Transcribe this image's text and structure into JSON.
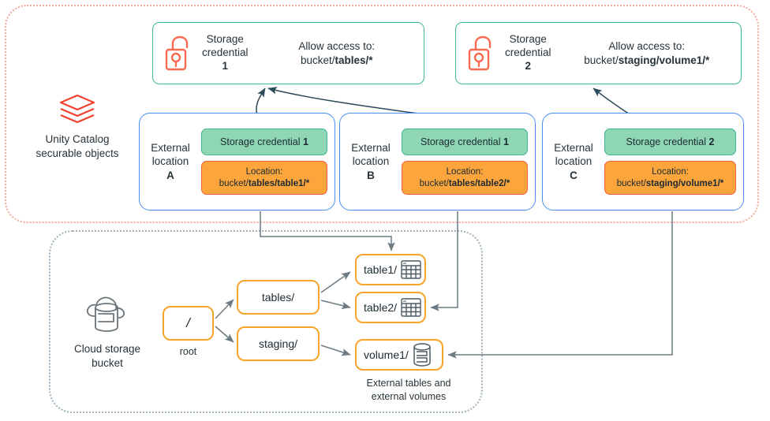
{
  "unity_catalog": {
    "side_label_line1": "Unity Catalog",
    "side_label_line2": "securable objects",
    "icon": "databricks-layers-icon"
  },
  "cloud": {
    "side_label_line1": "Cloud storage",
    "side_label_line2": "bucket",
    "icon": "cloud-database-icon"
  },
  "credentials": [
    {
      "icon": "open-padlock-icon",
      "title_line1": "Storage",
      "title_line2": "credential",
      "number": "1",
      "allow_label": "Allow access to:",
      "path_prefix": "bucket/",
      "path_bold": "tables/*"
    },
    {
      "icon": "open-padlock-icon",
      "title_line1": "Storage",
      "title_line2": "credential",
      "number": "2",
      "allow_label": "Allow access to:",
      "path_prefix": "bucket/",
      "path_bold": "staging/volume1/*"
    }
  ],
  "external_locations": [
    {
      "name_line1": "External",
      "name_line2": "location",
      "letter": "A",
      "credential_label": "Storage credential ",
      "credential_number": "1",
      "location_label": "Location:",
      "location_prefix": "bucket/",
      "location_bold": "tables/table1/*"
    },
    {
      "name_line1": "External",
      "name_line2": "location",
      "letter": "B",
      "credential_label": "Storage credential ",
      "credential_number": "1",
      "location_label": "Location:",
      "location_prefix": "bucket/",
      "location_bold": "tables/table2/*"
    },
    {
      "name_line1": "External",
      "name_line2": "location",
      "letter": "C",
      "credential_label": "Storage credential ",
      "credential_number": "2",
      "location_label": "Location:",
      "location_prefix": "bucket/",
      "location_bold": "staging/volume1/*"
    }
  ],
  "tree": {
    "root": {
      "label": "/",
      "caption": "root"
    },
    "tables": {
      "label": "tables/"
    },
    "staging": {
      "label": "staging/"
    },
    "table1": {
      "label": "table1/",
      "icon": "table-grid-icon"
    },
    "table2": {
      "label": "table2/",
      "icon": "table-grid-icon"
    },
    "volume1": {
      "label": "volume1/",
      "icon": "database-cylinder-icon"
    },
    "caption_line1": "External tables and",
    "caption_line2": "external volumes"
  },
  "colors": {
    "credential_border": "#3cba8f",
    "credential_chip_fill": "#8fd6b4",
    "location_chip_fill": "#fba53c",
    "location_chip_border": "#f2603c",
    "external_location_border": "#4a8df0",
    "node_border": "#f7a42b",
    "uc_zone_border": "#f7a99b",
    "cloud_zone_border": "#9fb2bd",
    "lock_icon": "#fa6a50",
    "layers_icon": "#f0412c",
    "arrow": "#6c7a83",
    "curve_arrow": "#2c4a57"
  }
}
